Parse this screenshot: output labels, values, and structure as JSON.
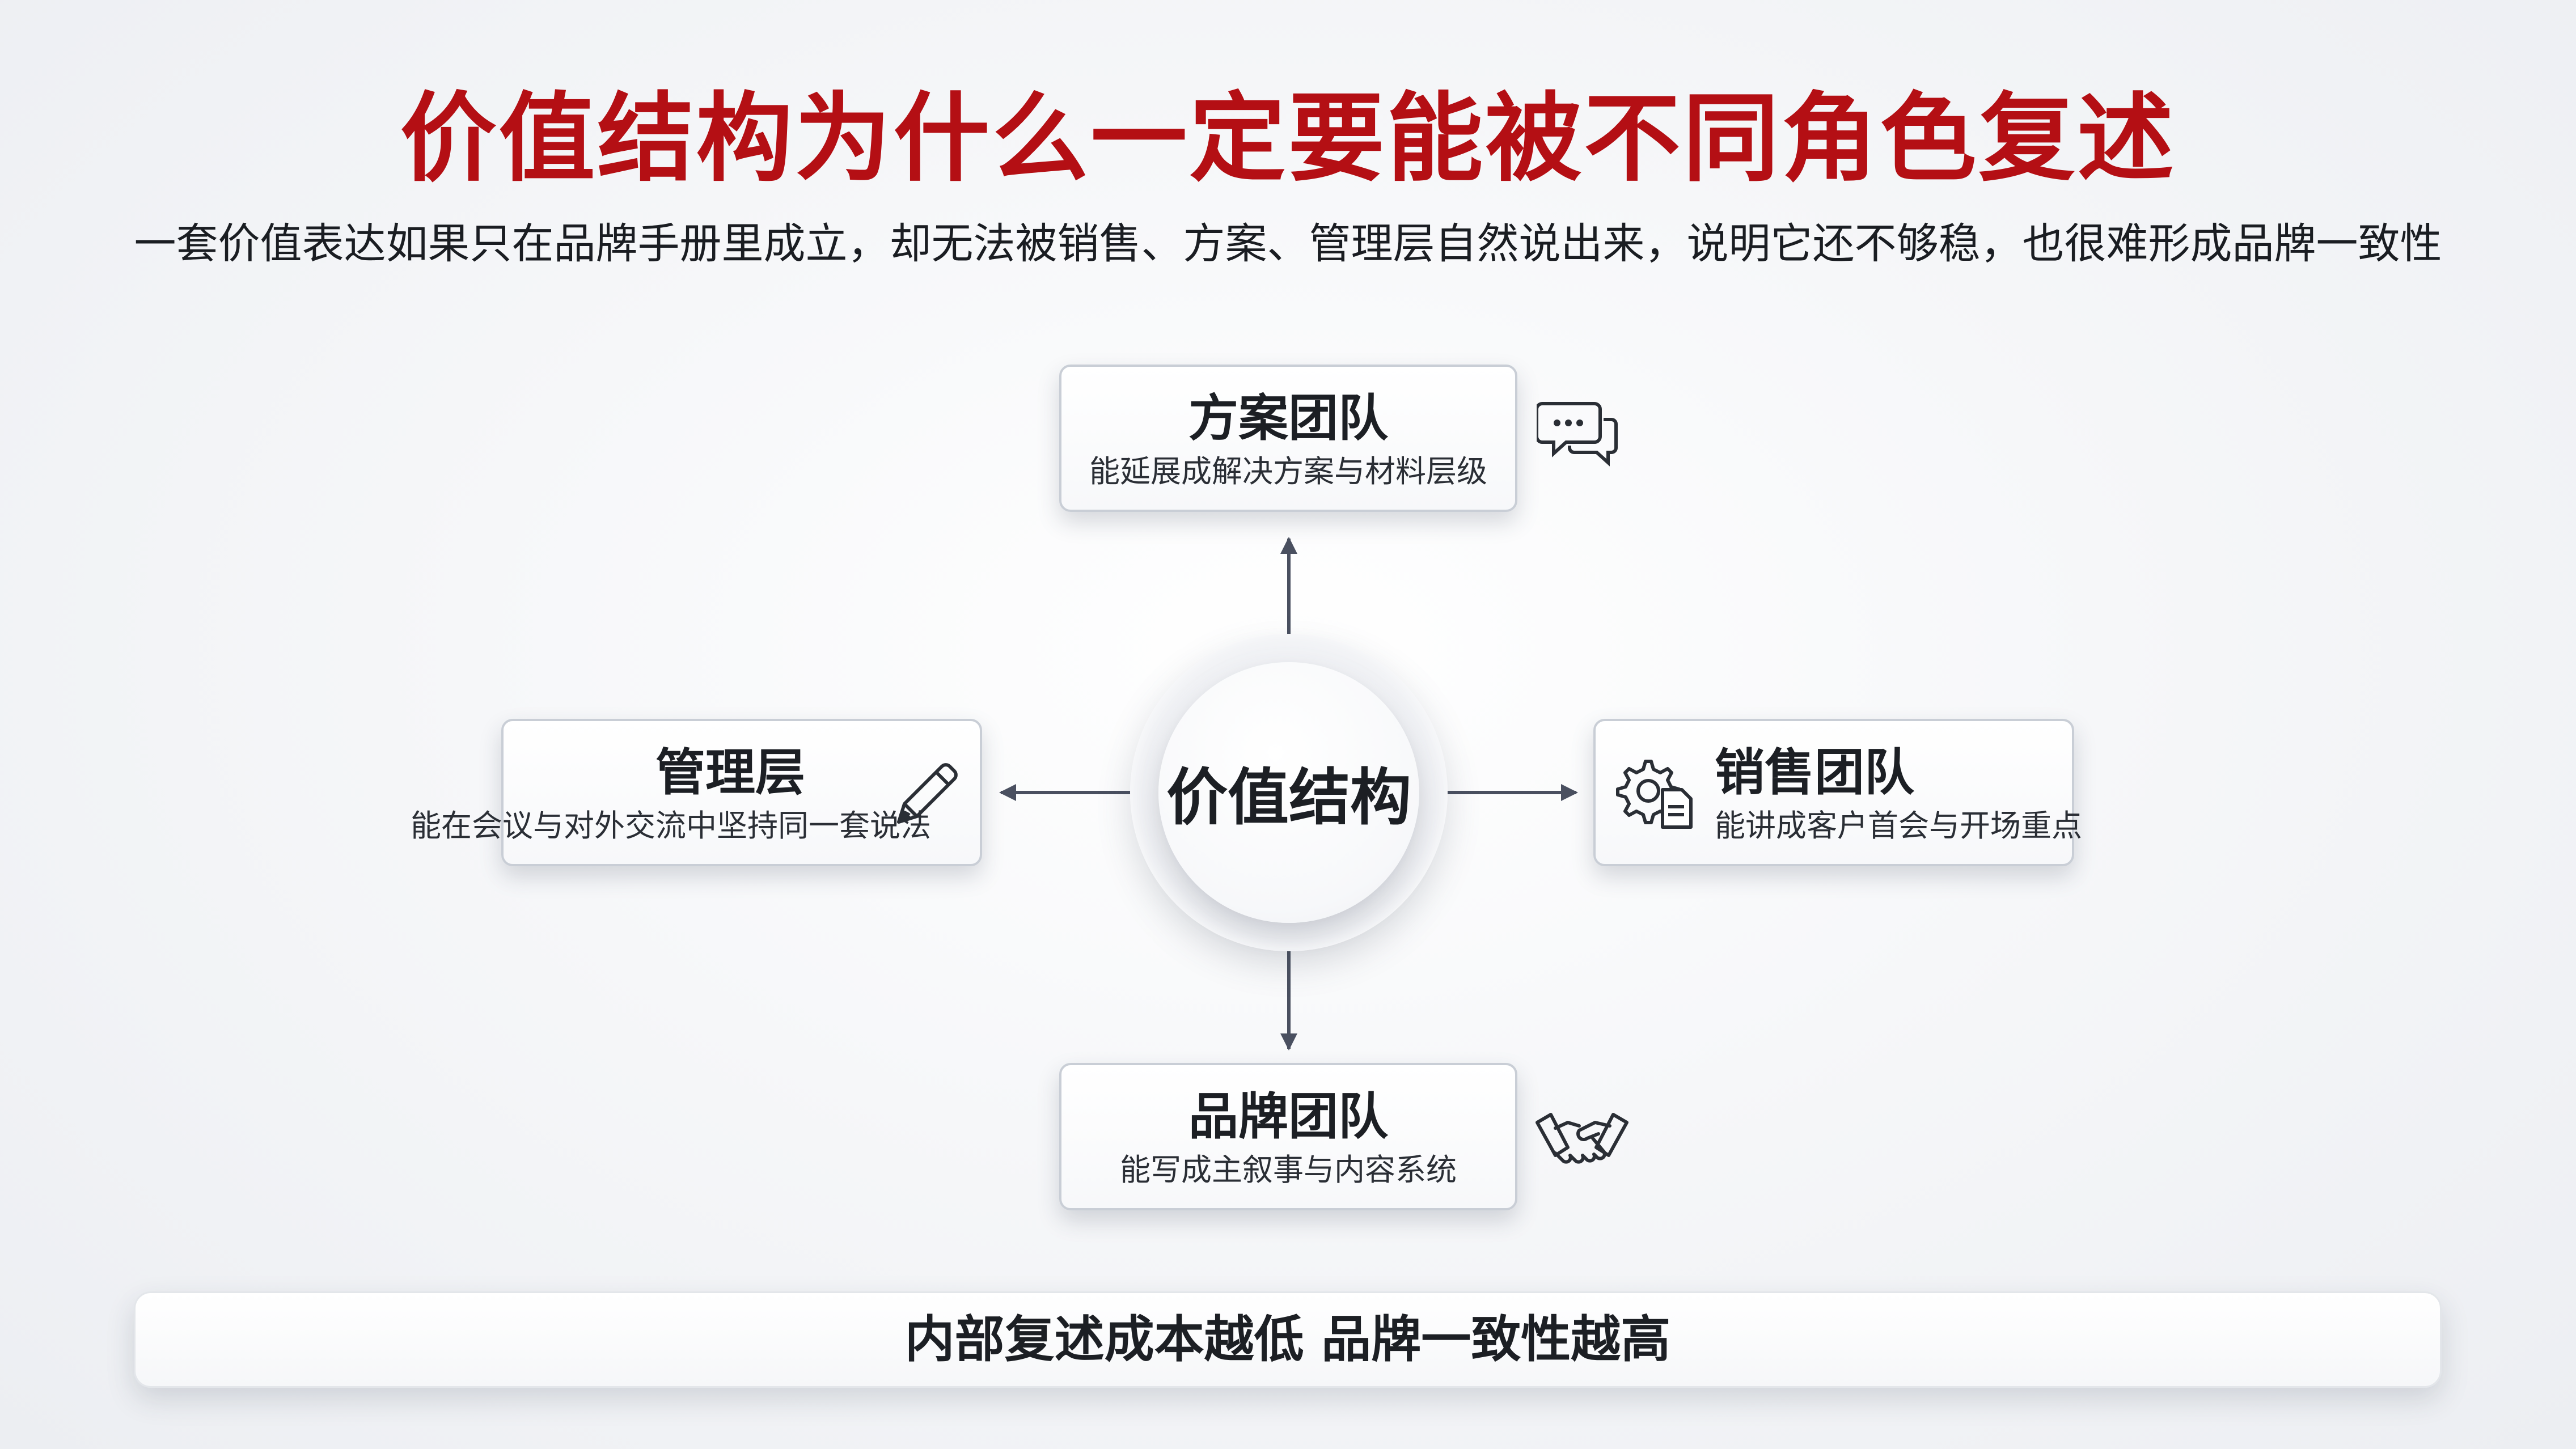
{
  "title": "价值结构为什么一定要能被不同角色复述",
  "subtitle": "一套价值表达如果只在品牌手册里成立，却无法被销售、方案、管理层自然说出来，说明它还不够稳，也很难形成品牌一致性",
  "center_label": "价值结构",
  "nodes": {
    "top": {
      "title": "方案团队",
      "desc": "能延展成解决方案与材料层级",
      "icon": "chat-bubbles-icon"
    },
    "left": {
      "title": "管理层",
      "desc": "能在会议与对外交流中坚持同一套说法",
      "icon": "pencil-icon"
    },
    "right": {
      "title": "销售团队",
      "desc": "能讲成客户首会与开场重点",
      "icon": "gear-document-icon"
    },
    "bottom": {
      "title": "品牌团队",
      "desc": "能写成主叙事与内容系统",
      "icon": "handshake-icon"
    }
  },
  "footer": "内部复述成本越低 品牌一致性越高",
  "colors": {
    "title": "#b40f14",
    "arrow": "#4a5060",
    "border": "#c9ced6"
  }
}
